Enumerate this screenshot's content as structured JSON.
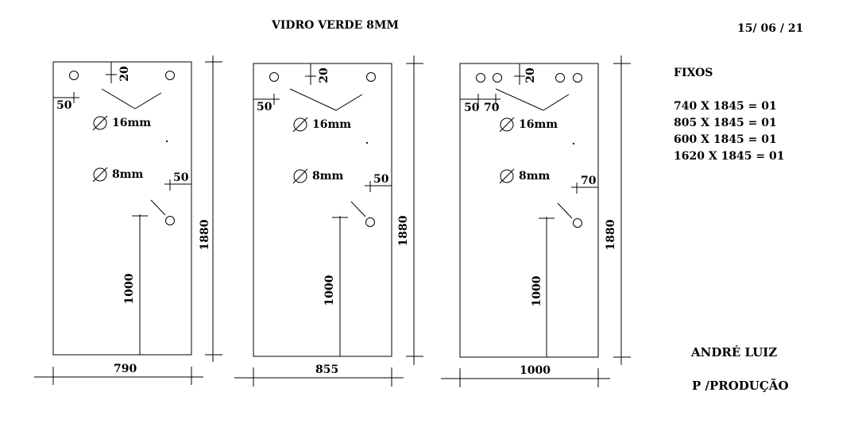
{
  "header": {
    "title": "VIDRO VERDE 8MM",
    "date": "15/ 06 / 21"
  },
  "panels": [
    {
      "width_label": "790",
      "height_label": "1880",
      "lower_hole_height_label": "1000",
      "top_offset_label": "20",
      "left_margin_labels": [
        "50"
      ],
      "right_margin_label": "50",
      "top_hole_diameter_label": "16mm",
      "lower_hole_diameter_label": "8mm"
    },
    {
      "width_label": "855",
      "height_label": "1880",
      "lower_hole_height_label": "1000",
      "top_offset_label": "20",
      "left_margin_labels": [
        "50"
      ],
      "right_margin_label": "50",
      "top_hole_diameter_label": "16mm",
      "lower_hole_diameter_label": "8mm"
    },
    {
      "width_label": "1000",
      "height_label": "1880",
      "lower_hole_height_label": "1000",
      "top_offset_label": "20",
      "left_margin_labels": [
        "50",
        "70"
      ],
      "right_margin_label": "70",
      "top_hole_diameter_label": "16mm",
      "lower_hole_diameter_label": "8mm"
    }
  ],
  "notes": {
    "heading": "FIXOS",
    "lines": [
      "740 X 1845 = 01",
      "805 X 1845 = 01",
      "600 X 1845 = 01",
      "1620 X 1845 = 01"
    ]
  },
  "footer": {
    "name": "ANDRÉ LUIZ",
    "department": "P /PRODUÇÃO"
  }
}
